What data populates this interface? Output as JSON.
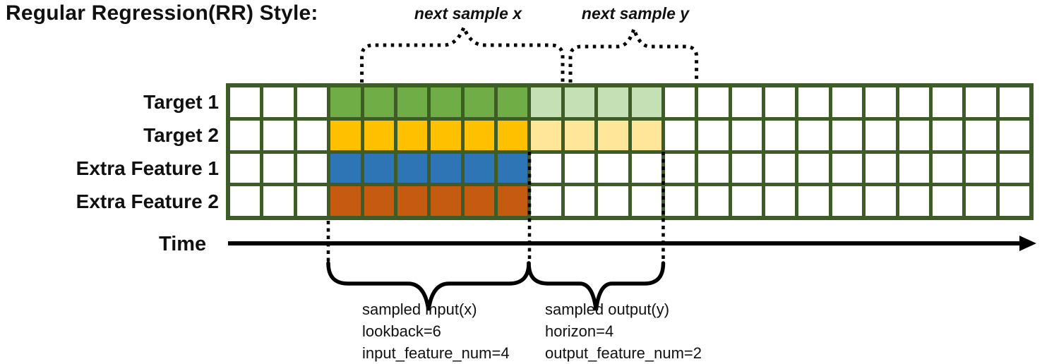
{
  "title": "Regular Regression(RR) Style:",
  "grid": {
    "columns": 24,
    "sample_start_col": 3,
    "lookback": 6,
    "horizon": 4,
    "border_color": "#3E5C26",
    "empty_color": "#FFFFFF",
    "rows": [
      {
        "label": "Target 1",
        "lookback_color": "#70AD47",
        "horizon_color": "#C5E0B4"
      },
      {
        "label": "Target 2",
        "lookback_color": "#FFC000",
        "horizon_color": "#FFE699"
      },
      {
        "label": "Extra Feature 1",
        "lookback_color": "#2E75B6",
        "horizon_color": null
      },
      {
        "label": "Extra Feature 2",
        "lookback_color": "#C55A11",
        "horizon_color": null
      }
    ]
  },
  "annotations": {
    "next_sample_x": "next sample x",
    "next_sample_y": "next sample y",
    "time_label": "Time",
    "sampled_input": {
      "lines": [
        "sampled input(x)",
        "lookback=6",
        "input_feature_num=4"
      ]
    },
    "sampled_output": {
      "lines": [
        "sampled output(y)",
        "horizon=4",
        "output_feature_num=2"
      ]
    }
  },
  "colors": {
    "annotation": "#000000"
  }
}
